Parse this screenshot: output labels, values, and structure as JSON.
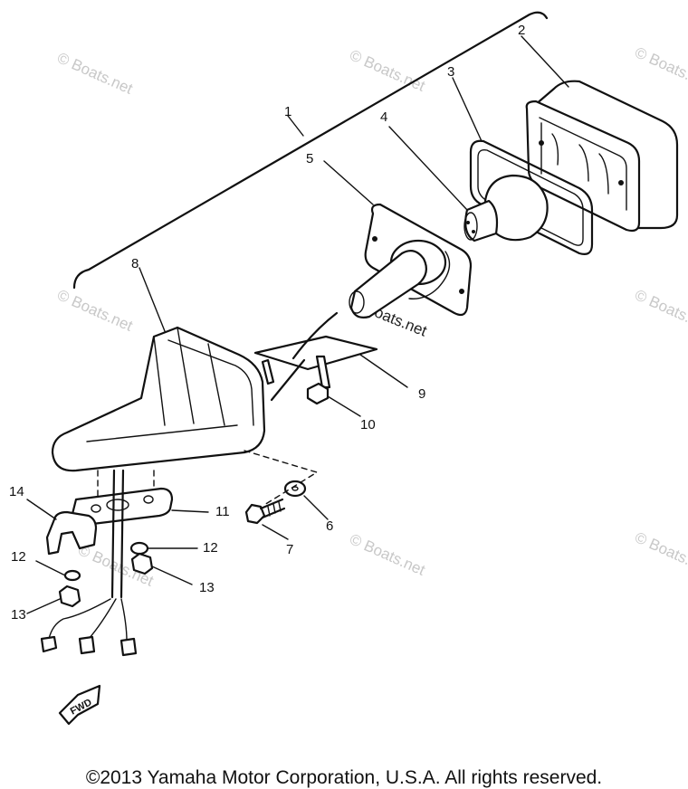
{
  "callouts": [
    {
      "id": "1",
      "label": "1"
    },
    {
      "id": "2",
      "label": "2"
    },
    {
      "id": "3",
      "label": "3"
    },
    {
      "id": "4",
      "label": "4"
    },
    {
      "id": "5",
      "label": "5"
    },
    {
      "id": "6",
      "label": "6"
    },
    {
      "id": "7",
      "label": "7"
    },
    {
      "id": "8",
      "label": "8"
    },
    {
      "id": "9",
      "label": "9"
    },
    {
      "id": "10",
      "label": "10"
    },
    {
      "id": "11",
      "label": "11"
    },
    {
      "id": "12a",
      "label": "12"
    },
    {
      "id": "12b",
      "label": "12"
    },
    {
      "id": "13a",
      "label": "13"
    },
    {
      "id": "13b",
      "label": "13"
    },
    {
      "id": "14",
      "label": "14"
    }
  ],
  "watermark": "© Boats.net",
  "watermark_main": "Boats.net",
  "fwd_label": "FWD",
  "copyright": "©2013 Yamaha Motor Corporation, U.S.A. All rights reserved."
}
